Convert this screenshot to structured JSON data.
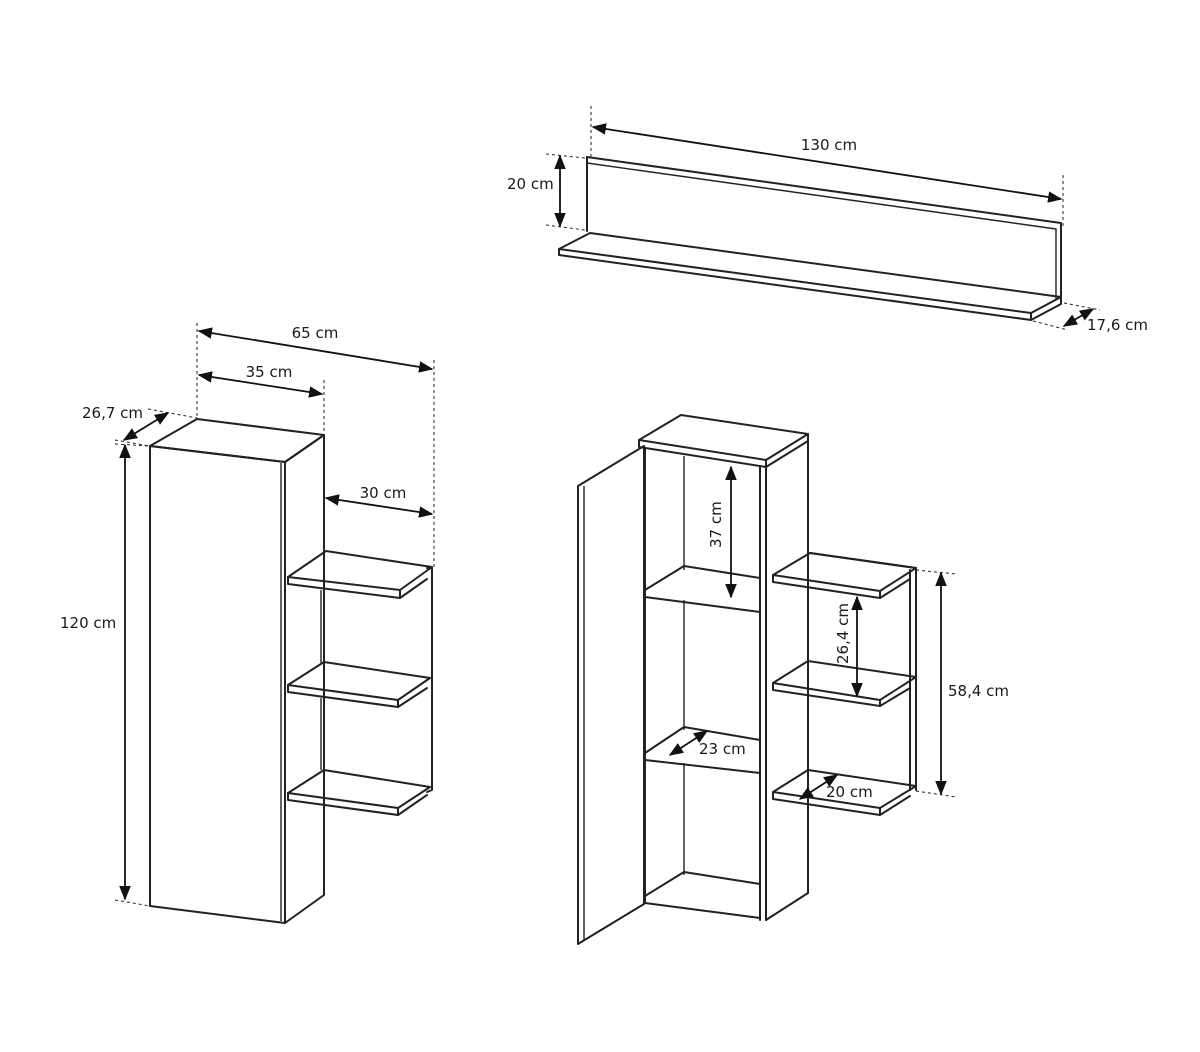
{
  "dimensions": {
    "shelf_width": "130 cm",
    "shelf_height": "20 cm",
    "shelf_depth": "17,6 cm",
    "total_width": "65 cm",
    "cabinet_width": "35 cm",
    "cabinet_depth": "26,7 cm",
    "side_shelf_width": "30 cm",
    "total_height": "120 cm",
    "inner_compartment_height": "37 cm",
    "side_shelf_spacing": "26,4 cm",
    "side_unit_height": "58,4 cm",
    "inner_shelf_depth": "23 cm",
    "side_shelf_depth": "20 cm"
  }
}
